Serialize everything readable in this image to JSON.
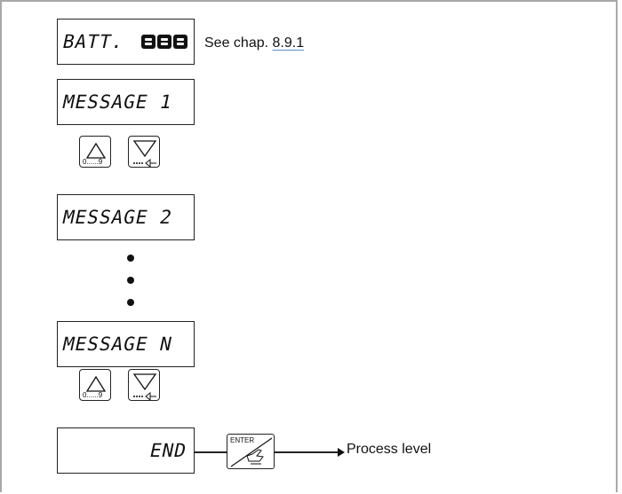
{
  "displays": {
    "batt_label": "BATT.",
    "message_1": "MESSAGE 1",
    "message_2": "MESSAGE 2",
    "message_n": "MESSAGE N",
    "end": "END"
  },
  "note": {
    "prefix": "See chap. ",
    "chapter_link": "8.9.1"
  },
  "keys": {
    "up_label": "0......9",
    "enter_label": "ENTER"
  },
  "process_level": "Process level",
  "colors": {
    "frame": "#a8a8a8",
    "link_underline": "#5b8fc9"
  }
}
